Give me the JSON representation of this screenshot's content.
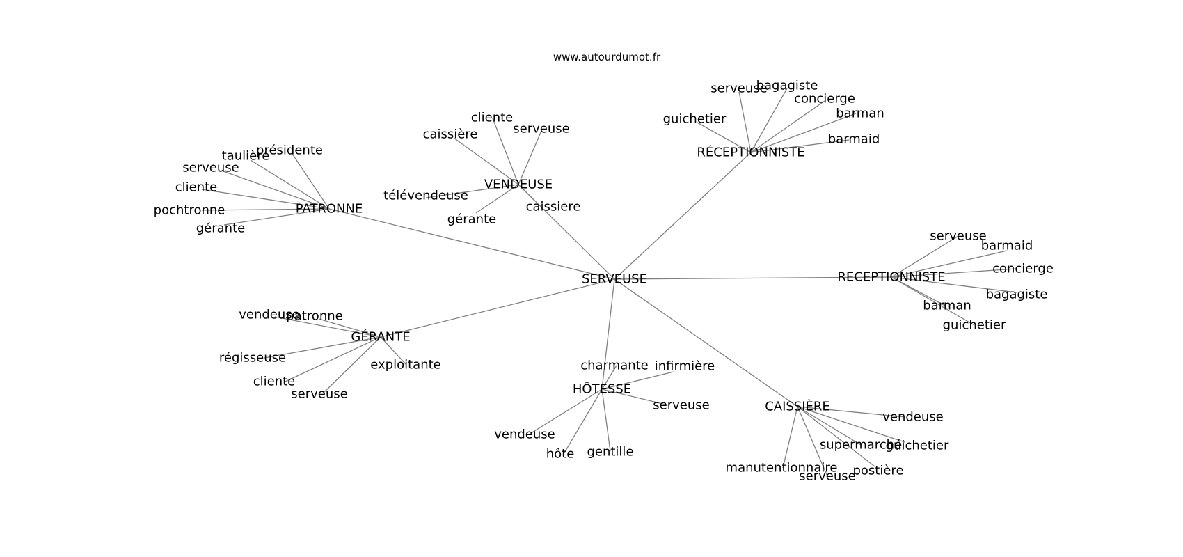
{
  "source": "www.autourdumot.fr",
  "center": "SERVEUSE",
  "hubs": [
    {
      "label": "PATRONNE",
      "leaves": [
        "présidente",
        "taulière",
        "serveuse",
        "cliente",
        "pochtronne",
        "gérante"
      ]
    },
    {
      "label": "VENDEUSE",
      "leaves": [
        "cliente",
        "caissière",
        "serveuse",
        "télévendeuse",
        "gérante",
        "caissiere"
      ]
    },
    {
      "label": "RÉCEPTIONNISTE",
      "leaves": [
        "serveuse",
        "bagagiste",
        "concierge",
        "barman",
        "guichetier",
        "barmaid"
      ]
    },
    {
      "label": "RECEPTIONNISTE",
      "leaves": [
        "serveuse",
        "barmaid",
        "concierge",
        "bagagiste",
        "barman",
        "guichetier"
      ]
    },
    {
      "label": "GÉRANTE",
      "leaves": [
        "vendeuse",
        "patronne",
        "régisseuse",
        "exploitante",
        "cliente",
        "serveuse"
      ]
    },
    {
      "label": "HÔTESSE",
      "leaves": [
        "charmante",
        "infirmière",
        "serveuse",
        "vendeuse",
        "hôte",
        "gentille"
      ]
    },
    {
      "label": "CAISSIÈRE",
      "leaves": [
        "vendeuse",
        "supermarché",
        "guichetier",
        "manutentionnaire",
        "postière",
        "serveuse"
      ]
    }
  ]
}
